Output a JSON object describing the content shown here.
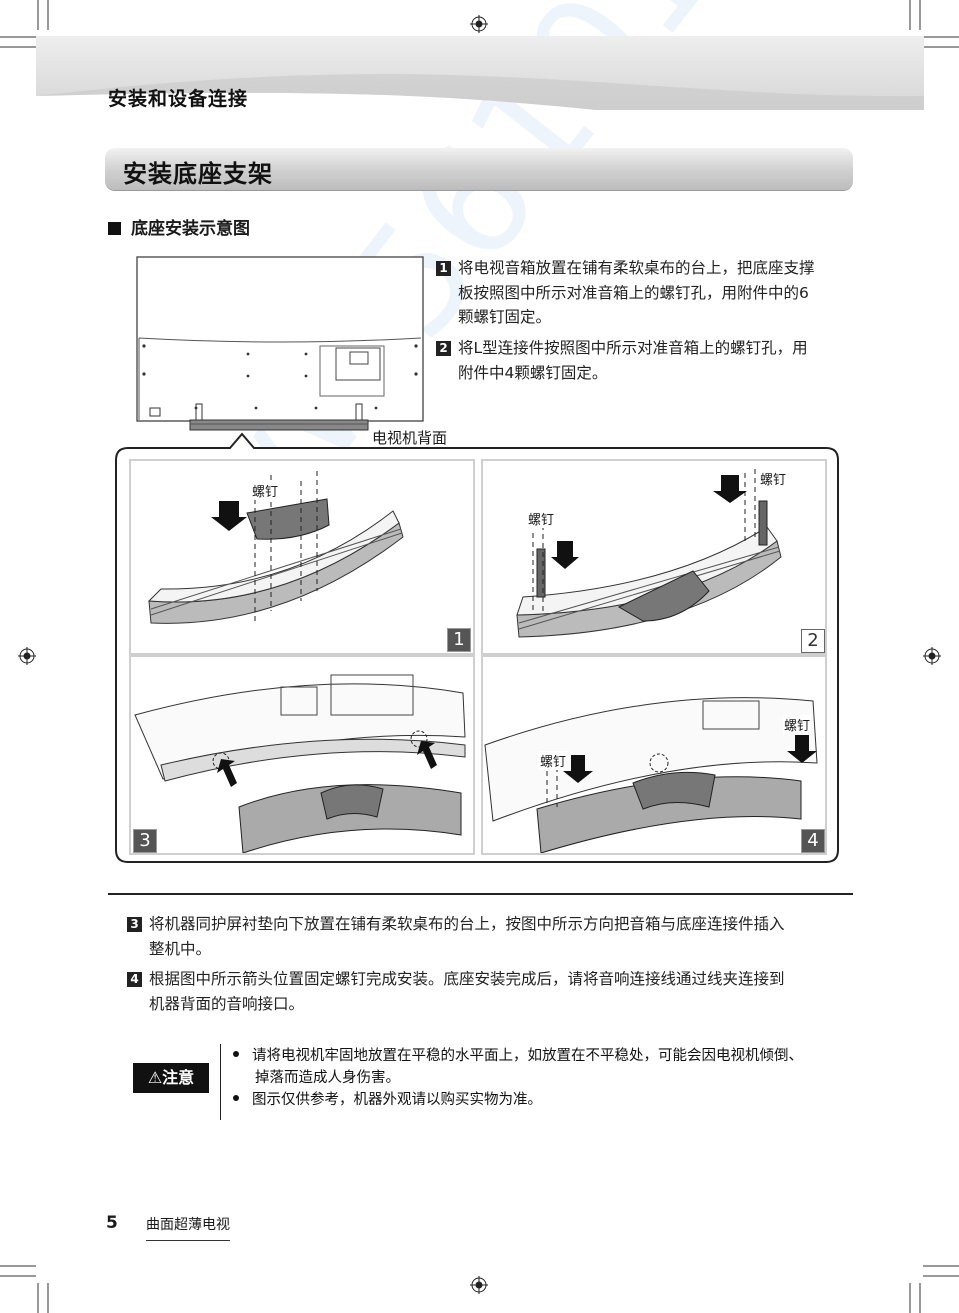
{
  "header": {
    "section_title": "安装和设备连接"
  },
  "title_bar": {
    "label": "安装底座支架"
  },
  "subheading": {
    "label": "底座安装示意图"
  },
  "steps_top": [
    {
      "num": "1",
      "lines": [
        "将电视音箱放置在铺有柔软桌布的台上，把底座支撑",
        "板按照图中所示对准音箱上的螺钉孔，用附件中的6",
        "颗螺钉固定。"
      ]
    },
    {
      "num": "2",
      "lines": [
        "将L型连接件按照图中所示对准音箱上的螺钉孔，用",
        "附件中4颗螺钉固定。"
      ]
    }
  ],
  "tv_back_label": "电视机背面",
  "diagram": {
    "screw_label": "螺钉",
    "panel_numbers": [
      "1",
      "2",
      "3",
      "4"
    ]
  },
  "steps_bottom": [
    {
      "num": "3",
      "lines": [
        "将机器同护屏衬垫向下放置在铺有柔软桌布的台上，按图中所示方向把音箱与底座连接件插入",
        "整机中。"
      ]
    },
    {
      "num": "4",
      "lines": [
        "根据图中所示箭头位置固定螺钉完成安装。底座安装完成后，请将音响连接线通过线夹连接到",
        "机器背面的音响接口。"
      ]
    }
  ],
  "caution": {
    "badge": "⚠注意",
    "items": [
      [
        "请将电视机牢固地放置在平稳的水平面上，如放置在不平稳处，可能会因电视机倾倒、",
        "掉落而造成人身伤害。"
      ],
      [
        "图示仅供参考，机器外观请以购买实物为准。"
      ]
    ]
  },
  "footer": {
    "page_number": "5",
    "title": "曲面超薄电视"
  },
  "watermark_text": "www.56101.com"
}
